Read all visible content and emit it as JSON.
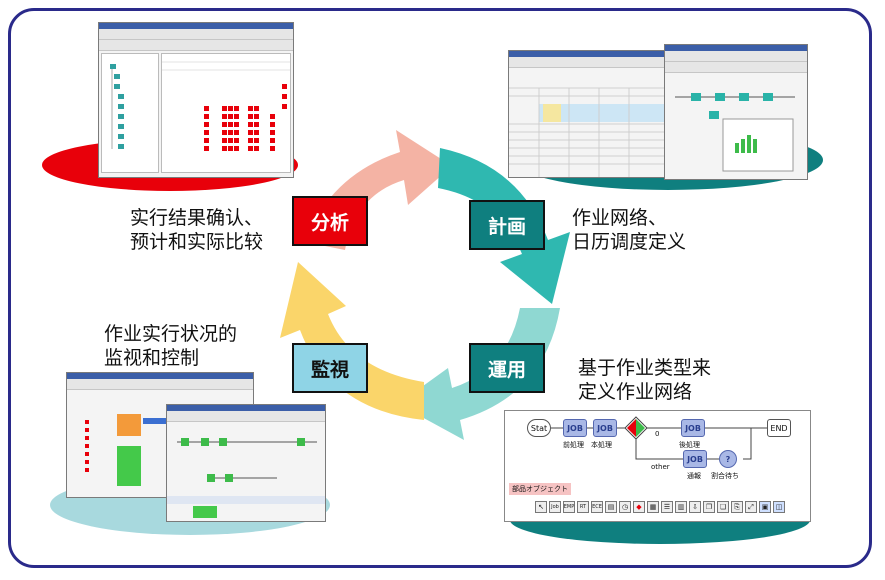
{
  "phases": {
    "analyze": "分析",
    "plan": "計画",
    "operate": "運用",
    "monitor": "監視"
  },
  "descriptions": {
    "analyze": [
      "实行结果确认、",
      "预计和实际比较"
    ],
    "plan": [
      "作业网络、",
      "日历调度定义"
    ],
    "operate": [
      "基于作业类型来",
      "定义作业网络"
    ],
    "monitor": [
      "作业实行状况的",
      "监视和控制"
    ]
  },
  "flow_editor": {
    "start": "Stat",
    "end": "END",
    "job_label": "JOB",
    "job1_caption": "前処理",
    "job2_caption": "本処理",
    "job3_caption": "後処理",
    "job4_caption": "通報",
    "wait_caption": "割合待ち",
    "wait_mark": "?",
    "branch_value": "0",
    "branch_other": "other",
    "parts_label": "部品オブジェクト",
    "toolbar_buttons": [
      "Job",
      "EMP",
      "RT",
      "ECE"
    ]
  },
  "colors": {
    "analyze": "#e8000a",
    "plan": "#0f7f7f",
    "operate": "#0f7f7f",
    "monitor": "#8fd4e6",
    "frame": "#2a2a8a",
    "arrow_salmon": "#f4b3a4",
    "arrow_teal": "#2fb8b0",
    "arrow_lightteal": "#8fd8d2",
    "arrow_yellow": "#fad56a"
  }
}
